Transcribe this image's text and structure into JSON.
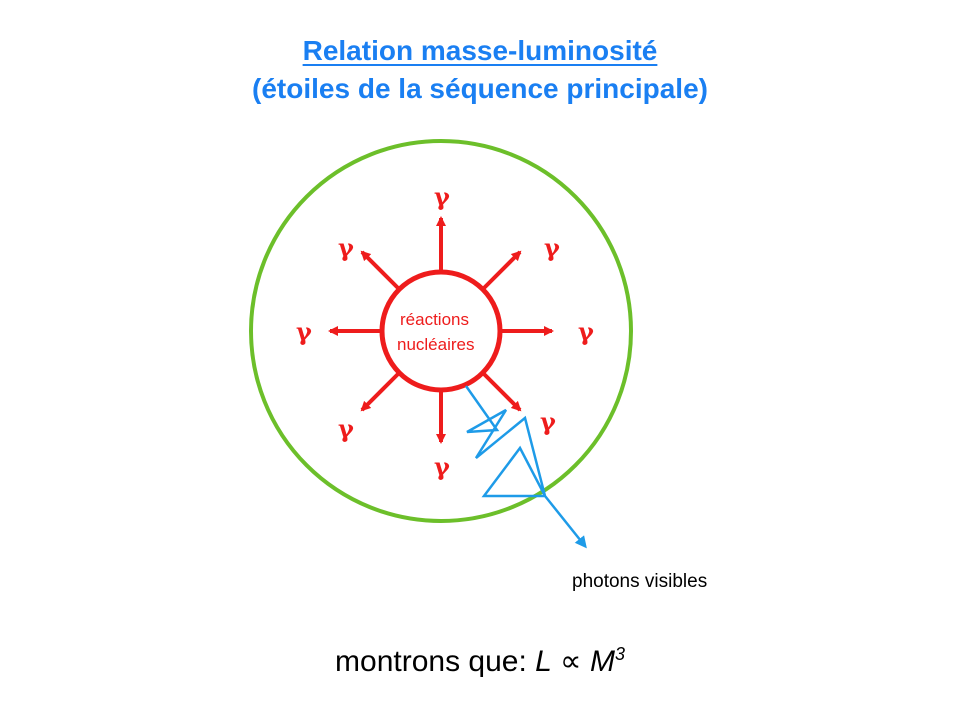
{
  "title": {
    "line1": "Relation masse-luminosité",
    "line2": "(étoiles de la séquence principale)"
  },
  "core": {
    "label_line1": "réactions",
    "label_line2": "nucléaires"
  },
  "gamma_symbol": "γ",
  "photons_label": "photons visibles",
  "formula": {
    "prefix": "montrons que: ",
    "lhs": "L",
    "relation": "∝",
    "rhs": "M",
    "exponent": "3"
  },
  "colors": {
    "title": "#1a7ff2",
    "star_outline": "#6cbf2a",
    "core_and_gamma": "#ee1c1c",
    "photon_path": "#1e9be8"
  }
}
